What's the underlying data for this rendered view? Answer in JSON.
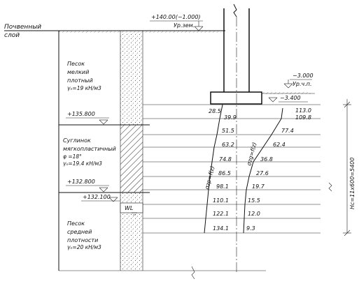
{
  "soil_top_label": [
    "Почвенный",
    "слой"
  ],
  "elevation_ground": "+140.00(−1.000)",
  "ground_caption": "Ур.зем.",
  "floor_level": "−3.000",
  "floor_caption": "Ур.ч.п.",
  "footing_base_level": "−3.400",
  "layers": [
    {
      "lines": [
        "Песок",
        "мелкий",
        "плотный",
        "γₙ=19 кН/м3"
      ],
      "bottom_elevation": "+135.800"
    },
    {
      "lines": [
        "Суглинок",
        "мягкопластичный",
        "φ =18°",
        "γₙ=19.4 кН/м3"
      ],
      "bottom_elevation": "+132.800"
    },
    {
      "lines": [
        "Песок",
        "средней",
        "плотности",
        "γₙ=20 кН/м3"
      ],
      "bottom_elevation": "+132.100"
    }
  ],
  "water_label": "WL",
  "depth_dimension": "Hc=11x600=5400",
  "curve_labels": {
    "zp": "σzp=f(z)",
    "zg": "σzg=f(z)"
  },
  "sigma_zg": [
    "28.5",
    "39.9",
    "51.5",
    "63.2",
    "74.8",
    "86.5",
    "98.1",
    "110.1",
    "122.1",
    "134.1"
  ],
  "sigma_zp": [
    "113.0",
    "109.8",
    "77.4",
    "62.4",
    "36.8",
    "27.6",
    "19.7",
    "15.5",
    "12.0",
    "9.3"
  ]
}
